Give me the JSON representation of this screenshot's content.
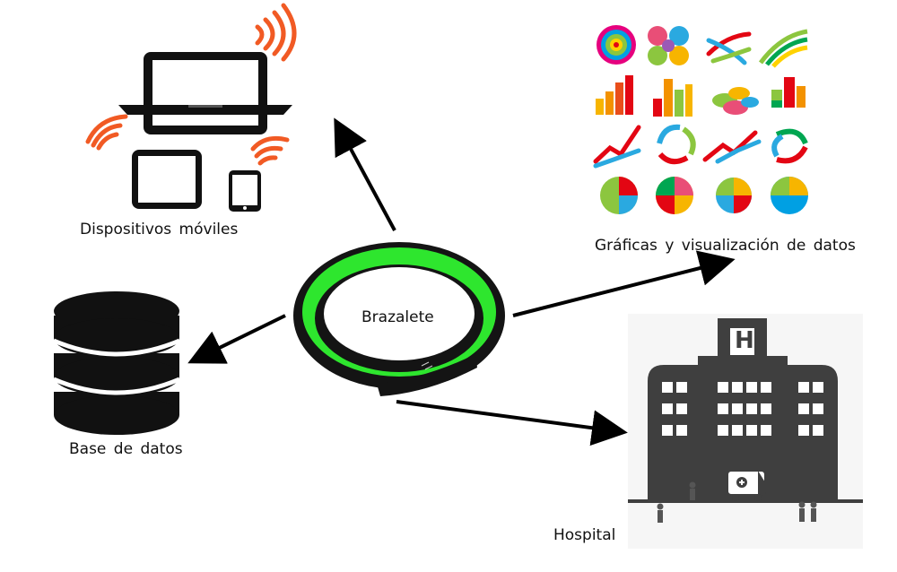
{
  "center": {
    "label": "Brazalete"
  },
  "nodes": {
    "devices": {
      "label": "Dispositivos  móviles"
    },
    "charts": {
      "label": "Gráficas y visualización  de datos"
    },
    "database": {
      "label": "Base de datos"
    },
    "hospital": {
      "label": "Hospital",
      "sign_letter": "H"
    }
  },
  "colors": {
    "band_green": "#2ee62e",
    "band_black": "#141414",
    "device_black": "#111111",
    "wifi_orange": "#f15a24",
    "building_gray": "#3f3f3f",
    "arrow": "#000000"
  }
}
